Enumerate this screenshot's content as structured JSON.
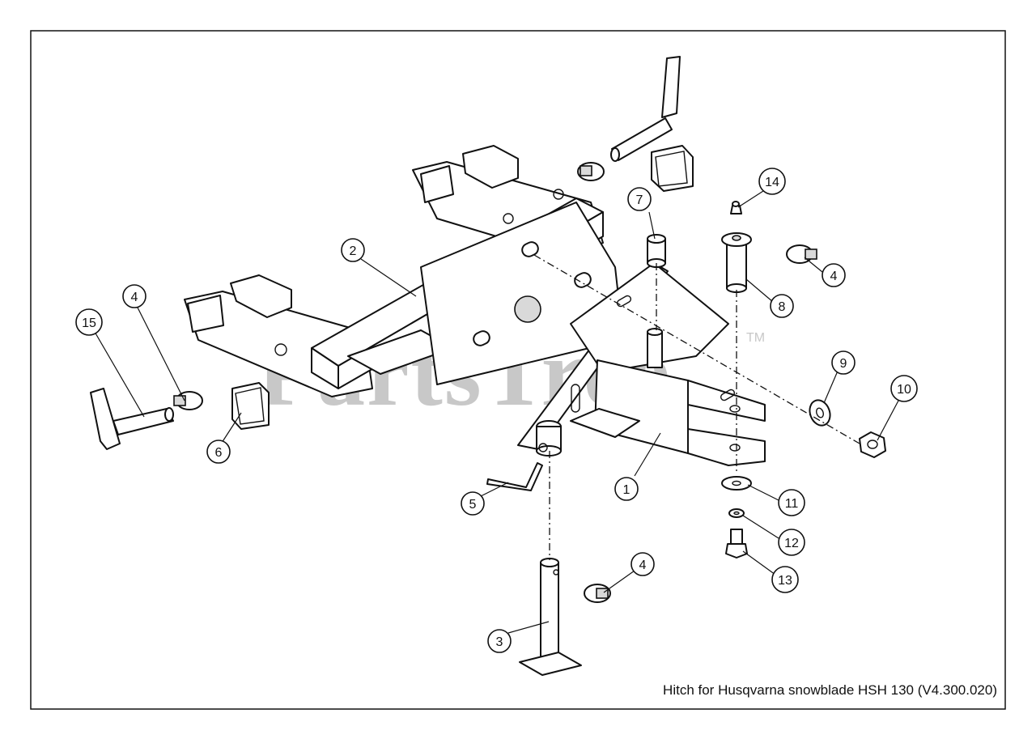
{
  "diagram": {
    "caption": "Hitch for Husqvarna snowblade HSH 130 (V4.300.020)",
    "watermark": {
      "text": "PartsTree",
      "trademark": "TM",
      "color": "#c8c8c8"
    },
    "border_color": "#111111",
    "callouts": [
      {
        "id": "callout-1",
        "label": "1"
      },
      {
        "id": "callout-2",
        "label": "2"
      },
      {
        "id": "callout-3",
        "label": "3"
      },
      {
        "id": "callout-4a",
        "label": "4"
      },
      {
        "id": "callout-4b",
        "label": "4"
      },
      {
        "id": "callout-4c",
        "label": "4"
      },
      {
        "id": "callout-5",
        "label": "5"
      },
      {
        "id": "callout-6",
        "label": "6"
      },
      {
        "id": "callout-7",
        "label": "7"
      },
      {
        "id": "callout-8",
        "label": "8"
      },
      {
        "id": "callout-9",
        "label": "9"
      },
      {
        "id": "callout-10",
        "label": "10"
      },
      {
        "id": "callout-11",
        "label": "11"
      },
      {
        "id": "callout-12",
        "label": "12"
      },
      {
        "id": "callout-13",
        "label": "13"
      },
      {
        "id": "callout-14",
        "label": "14"
      },
      {
        "id": "callout-15",
        "label": "15"
      }
    ]
  }
}
